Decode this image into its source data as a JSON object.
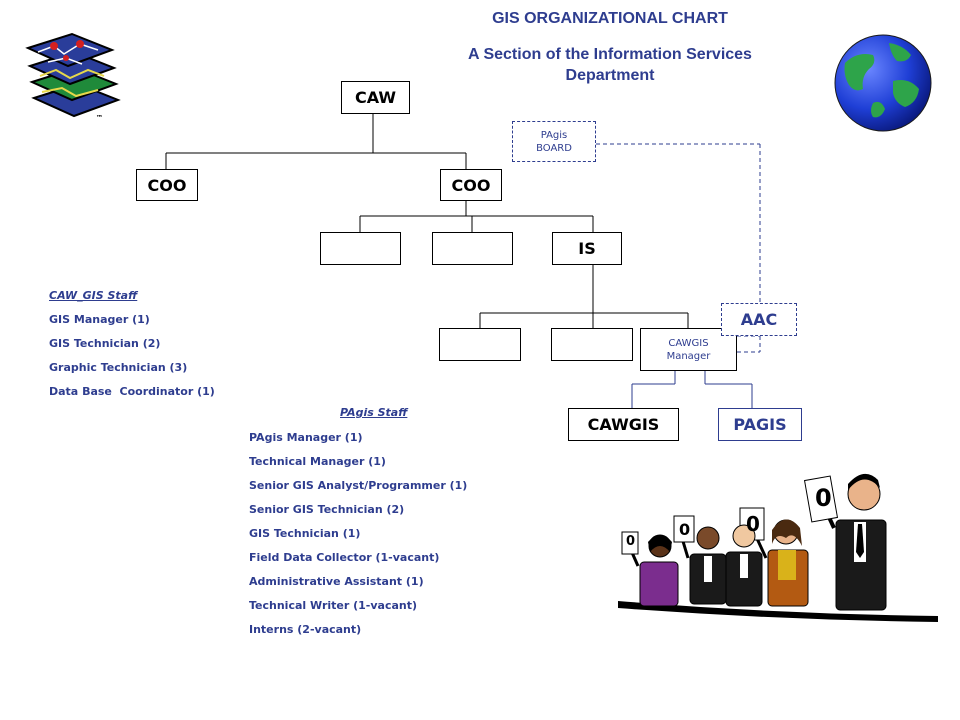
{
  "header": {
    "title": "GIS ORGANIZATIONAL CHART",
    "subtitle": "A Section of the Information Services Department"
  },
  "org_chart": {
    "caw": "CAW",
    "coo_left": "COO",
    "coo_right": "COO",
    "blank_1": "",
    "blank_2": "",
    "is": "IS",
    "blank_3": "",
    "blank_4": "",
    "cawgis_manager": "CAWGIS Manager",
    "cawgis": "CAWGIS",
    "pagis": "PAGIS",
    "pagis_board": "PAgis BOARD",
    "aac": "AAC"
  },
  "caw_gis_staff": {
    "heading": "CAW_GIS Staff",
    "items": [
      "GIS Manager (1)",
      "GIS Technician (2)",
      "Graphic Technician (3)",
      "Data Base  Coordinator (1)"
    ]
  },
  "pagis_staff": {
    "heading": "PAgis Staff",
    "items": [
      "PAgis Manager (1)",
      "Technical Manager (1)",
      "Senior GIS Analyst/Programmer (1)",
      "Senior GIS Technician (2)",
      "GIS Technician (1)",
      "Field Data Collector (1-vacant)",
      "Administrative Assistant (1)",
      "Technical Writer (1-vacant)",
      "Interns (2-vacant)"
    ]
  },
  "logo": {
    "trademark": "™"
  },
  "voters_cards": [
    "0",
    "0",
    "0",
    "0"
  ],
  "colors": {
    "accent": "#2e3d8f",
    "line": "#000000"
  },
  "icons": [
    "gis-layers-logo-icon",
    "globe-icon",
    "voting-people-illustration"
  ]
}
